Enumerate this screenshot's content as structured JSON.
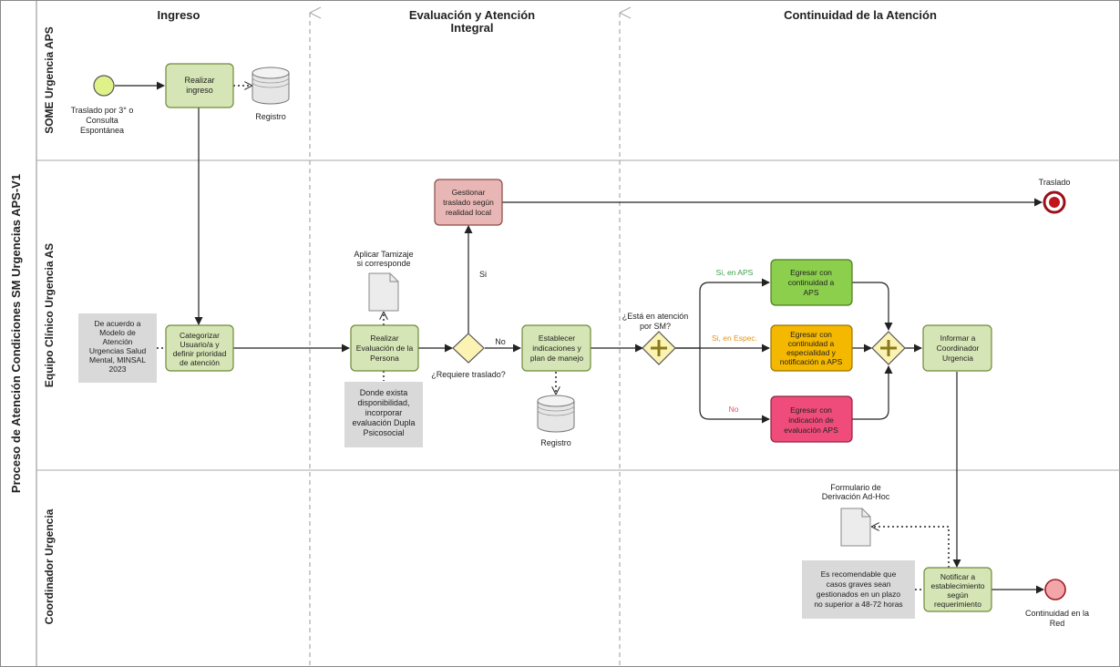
{
  "pool_title": "Proceso de Atención Condiciones SM Urgencias APS-V1",
  "lanes": {
    "some": "SOME Urgencia APS",
    "equipo": "Equipo Clínico Urgencia AS",
    "coord": "Coordinador Urgencia"
  },
  "phases": {
    "ingreso": "Ingreso",
    "evaluacion_1": "Evaluación y Atención",
    "evaluacion_2": "Integral",
    "continuidad": "Continuidad de la Atención"
  },
  "events": {
    "start_1": "Traslado por 3° o",
    "start_2": "Consulta",
    "start_3": "Espontánea",
    "end_traslado": "Traslado",
    "end_red_1": "Continuidad en la",
    "end_red_2": "Red"
  },
  "tasks": {
    "ingreso": [
      "Realizar",
      "ingreso"
    ],
    "categorizar": [
      "Categorizar",
      "Usuario/a y",
      "definir prioridad",
      "de atención"
    ],
    "evaluacion": [
      "Realizar",
      "Evaluación de la",
      "Persona"
    ],
    "gestionar": [
      "Gestionar",
      "traslado según",
      "realidad local"
    ],
    "establecer": [
      "Establecer",
      "indicaciones y",
      "plan de manejo"
    ],
    "egresar_aps": [
      "Egresar con",
      "continuidad a",
      "APS"
    ],
    "egresar_esp": [
      "Egresar con",
      "continuidad a",
      "especialidad y",
      "notificación a APS"
    ],
    "egresar_ind": [
      "Egresar con",
      "indicación de",
      "evaluación APS"
    ],
    "informar": [
      "Informar a",
      "Coordinador",
      "Urgencia"
    ],
    "notificar": [
      "Notificar a",
      "establecimiento",
      "según",
      "requerimiento"
    ]
  },
  "data_objects": {
    "registro_1": "Registro",
    "registro_2": "Registro",
    "tamizaje_1": "Aplicar Tamizaje",
    "tamizaje_2": "si corresponde",
    "formulario_1": "Formulario de",
    "formulario_2": "Derivación Ad-Hoc"
  },
  "annotations": {
    "modelo": [
      "De acuerdo a",
      "Modelo de",
      "Atención",
      "Urgencias Salud",
      "Mental, MINSAL",
      "2023"
    ],
    "dupla": [
      "Donde exista",
      "disponibilidad,",
      "incorporar",
      "evaluación Dupla",
      "Psicosocial"
    ],
    "graves": [
      "Es recomendable que",
      "casos graves sean",
      "gestionados en un plazo",
      "no superior a 48-72 horas"
    ]
  },
  "gateways": {
    "traslado_q": "¿Requiere traslado?",
    "atencion_q_1": "¿Está en atención",
    "atencion_q_2": "por SM?"
  },
  "flows": {
    "si": "Si",
    "no": "No",
    "si_aps": "Si, en APS",
    "si_espec": "Si, en Espec.",
    "no_red": "No"
  },
  "colors": {
    "task_green": "#d6e5b5",
    "task_border": "#6f8a3a",
    "task_red": "#e8b7b5",
    "egresar_aps": "#8ccf4d",
    "egresar_esp": "#f5b800",
    "egresar_ind": "#f04c7b",
    "start": "#dff28a",
    "end_red": "#c0151d",
    "end_pink": "#f2a6aa",
    "annotation": "#d9d9d9",
    "gateway": "#fbf3b3",
    "flow_green": "#3aa04a",
    "flow_orange": "#e0941b",
    "flow_red": "#e0506a"
  }
}
